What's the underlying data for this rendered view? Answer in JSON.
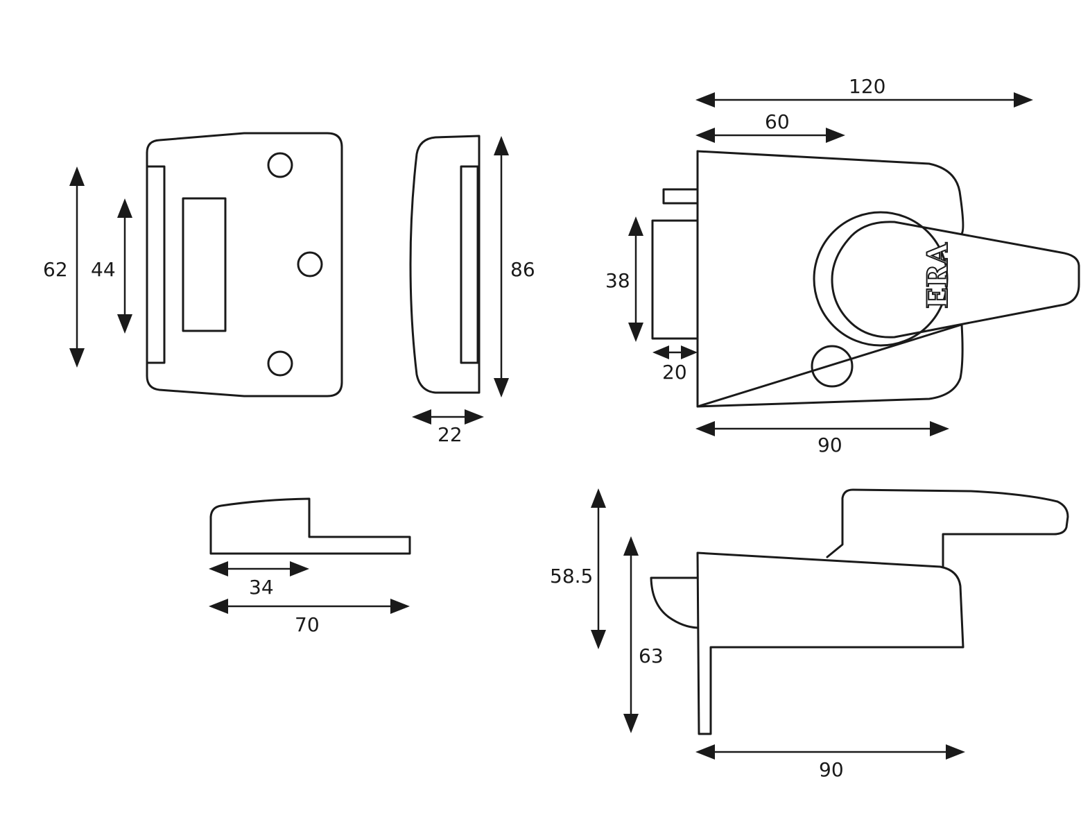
{
  "colors": {
    "line": "#1a1a1a",
    "background": "#ffffff"
  },
  "logo": {
    "text": "ERA"
  },
  "dimensions": {
    "staple_height_62": "62",
    "staple_inner_44": "44",
    "staple_side_height_86": "86",
    "staple_side_depth_22": "22",
    "staple_top_34": "34",
    "staple_top_70": "70",
    "lock_total_120": "120",
    "lock_backset_60": "60",
    "lock_bolt_38": "38",
    "lock_bolt_throw_20": "20",
    "lock_body_width_90": "90",
    "lock_knob_height_58_5": "58.5",
    "lock_side_height_63": "63",
    "lock_side_width_90": "90"
  }
}
